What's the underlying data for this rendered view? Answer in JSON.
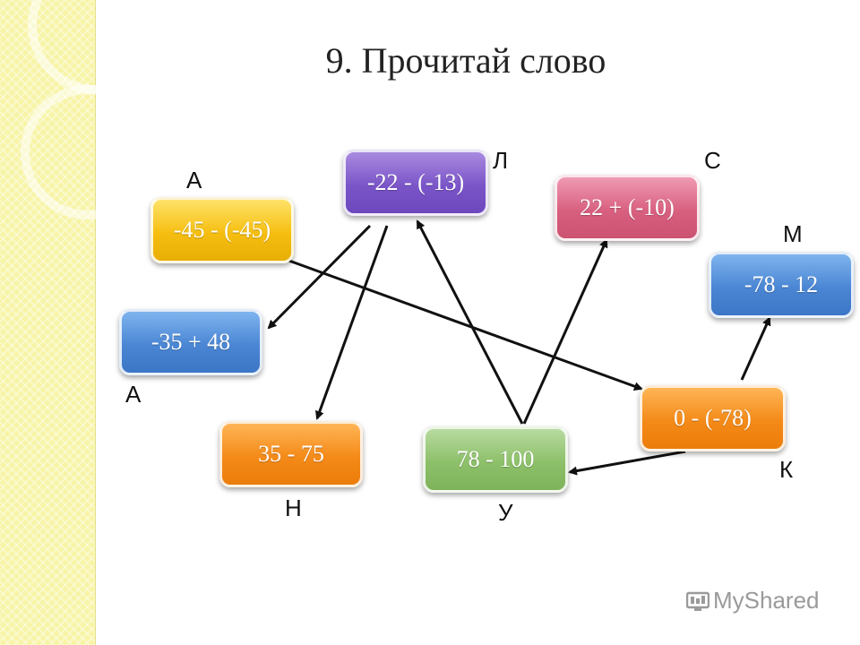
{
  "title": "9. Прочитай слово",
  "boxes": {
    "b1": {
      "label": "-22 - (-13)",
      "letter": "Л",
      "color": "purple"
    },
    "b2": {
      "label": "-45 - (-45)",
      "letter": "А",
      "color": "yellow"
    },
    "b3": {
      "label": "-35 + 48",
      "letter": "А",
      "color": "blue"
    },
    "b4": {
      "label": "35 - 75",
      "letter": "Н",
      "color": "orange"
    },
    "b5": {
      "label": "78  - 100",
      "letter": "У",
      "color": "green"
    },
    "b6": {
      "label": "22 + (-10)",
      "letter": "С",
      "color": "pink"
    },
    "b7": {
      "label": "-78 - 12",
      "letter": "М",
      "color": "blue"
    },
    "b8": {
      "label": "0 - (-78)",
      "letter": "К",
      "color": "orange"
    }
  },
  "arrows": [
    {
      "from": "b1",
      "to": "b3"
    },
    {
      "from": "b1",
      "to": "b4"
    },
    {
      "from": "b2",
      "to": "b8"
    },
    {
      "from": "b8",
      "to": "b5"
    },
    {
      "from": "b5",
      "to": "b1"
    },
    {
      "from": "b5",
      "to": "b6"
    },
    {
      "from": "b8",
      "to": "b7"
    }
  ],
  "logo": "MyShared"
}
